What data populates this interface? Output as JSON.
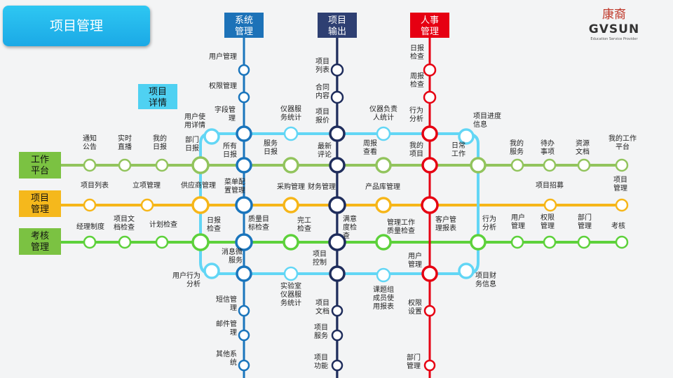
{
  "title": "项目管理",
  "brand": {
    "name_cn": "康裔",
    "name_en": "GVSUN",
    "tagline": "Education Service Provider"
  },
  "colors": {
    "blue": "#1a75bc",
    "navy": "#1f2d5c",
    "red": "#e60012",
    "cyan": "#62d6f5",
    "olive": "#92c45d",
    "gold": "#f6b619",
    "green": "#5dd13b",
    "gray": "#8592a8",
    "tag_blue": "#1d72b8",
    "tag_navy": "#2e3f72",
    "tag_red": "#e60012",
    "tag_green": "#7bc242",
    "tag_gold": "#f5b81c",
    "tag_cyan": "#4fd1f2"
  },
  "tags": {
    "system": "系统\n管理",
    "output": "项目\n输出",
    "hr": "人事\n管理",
    "work": "工作\n平台",
    "project": "项目\n管理",
    "assess": "考核\n管理",
    "detail": "项目\n详情"
  },
  "stations": [
    {
      "id": "s1",
      "label": "用户管理",
      "line": "blue"
    },
    {
      "id": "s2",
      "label": "权限管理",
      "line": "blue"
    },
    {
      "id": "s3",
      "label": "字段管\n理",
      "line": "blue"
    },
    {
      "id": "s4",
      "label": "所有\n日报",
      "line": "blue"
    },
    {
      "id": "s5",
      "label": "菜单配\n置管理",
      "line": "blue"
    },
    {
      "id": "s6",
      "label": "质量目\n标检查",
      "line": "blue"
    },
    {
      "id": "s7",
      "label": "消息微\n服务",
      "line": "blue"
    },
    {
      "id": "s8",
      "label": "短信管\n理",
      "line": "blue"
    },
    {
      "id": "s9",
      "label": "邮件管\n理",
      "line": "blue"
    },
    {
      "id": "s10",
      "label": "其他系\n统",
      "line": "blue"
    },
    {
      "id": "o1",
      "label": "项目\n列表",
      "line": "navy"
    },
    {
      "id": "o2",
      "label": "合同\n内容",
      "line": "navy"
    },
    {
      "id": "o3",
      "label": "项目\n报价",
      "line": "navy"
    },
    {
      "id": "o4",
      "label": "最新\n评论",
      "line": "navy"
    },
    {
      "id": "o5",
      "label": "财务管理",
      "line": "navy"
    },
    {
      "id": "o6",
      "label": "满意\n度检\n查",
      "line": "navy"
    },
    {
      "id": "o7",
      "label": "项目\n控制",
      "line": "navy"
    },
    {
      "id": "o8",
      "label": "项目\n文档",
      "line": "navy"
    },
    {
      "id": "o9",
      "label": "项目\n服务",
      "line": "navy"
    },
    {
      "id": "o10",
      "label": "项目\n功能",
      "line": "navy"
    },
    {
      "id": "h1",
      "label": "日报\n检查",
      "line": "red"
    },
    {
      "id": "h2",
      "label": "周报\n检查",
      "line": "red"
    },
    {
      "id": "h3",
      "label": "行为\n分析",
      "line": "red"
    },
    {
      "id": "h4",
      "label": "我的\n项目",
      "line": "red"
    },
    {
      "id": "h5",
      "label": "客户管\n理报表",
      "line": "red"
    },
    {
      "id": "h6",
      "label": "用户\n管理",
      "line": "red"
    },
    {
      "id": "h7",
      "label": "权限\n设置",
      "line": "red"
    },
    {
      "id": "h8",
      "label": "部门\n管理",
      "line": "red"
    },
    {
      "id": "c1",
      "label": "用户使\n用详情",
      "line": "cyan"
    },
    {
      "id": "c2",
      "label": "仪器服\n务统计",
      "line": "cyan"
    },
    {
      "id": "c3",
      "label": "仪器负责\n人统计",
      "line": "cyan"
    },
    {
      "id": "c4",
      "label": "项目进度\n信息",
      "line": "cyan"
    },
    {
      "id": "c5",
      "label": "用户行为\n分析",
      "line": "cyan"
    },
    {
      "id": "c6",
      "label": "实验室\n仪器服\n务统计",
      "line": "cyan"
    },
    {
      "id": "c7",
      "label": "课题组\n成员使\n用报表",
      "line": "cyan"
    },
    {
      "id": "c8",
      "label": "项目财\n务信息",
      "line": "cyan"
    },
    {
      "id": "w1",
      "label": "通知\n公告",
      "line": "olive"
    },
    {
      "id": "w2",
      "label": "实时\n直播",
      "line": "olive"
    },
    {
      "id": "w3",
      "label": "我的\n日报",
      "line": "olive"
    },
    {
      "id": "w4",
      "label": "部门\n日报",
      "line": "olive"
    },
    {
      "id": "w5",
      "label": "服务\n日报",
      "line": "olive"
    },
    {
      "id": "w6",
      "label": "周报\n查看",
      "line": "olive"
    },
    {
      "id": "w7",
      "label": "日常\n工作",
      "line": "olive"
    },
    {
      "id": "w8",
      "label": "我的\n服务",
      "line": "olive"
    },
    {
      "id": "w9",
      "label": "待办\n事项",
      "line": "olive"
    },
    {
      "id": "w10",
      "label": "资源\n文档",
      "line": "olive"
    },
    {
      "id": "w11",
      "label": "我的工作\n平台",
      "line": "olive"
    },
    {
      "id": "p1",
      "label": "项目列表",
      "line": "gold"
    },
    {
      "id": "p2",
      "label": "立项管理",
      "line": "gold"
    },
    {
      "id": "p3",
      "label": "供应商管理",
      "line": "gold"
    },
    {
      "id": "p4",
      "label": "采购管理",
      "line": "gold"
    },
    {
      "id": "p5",
      "label": "产品库管理",
      "line": "gold"
    },
    {
      "id": "p6",
      "label": "项目招募",
      "line": "gold"
    },
    {
      "id": "p7",
      "label": "项目\n管理",
      "line": "gold"
    },
    {
      "id": "a1",
      "label": "经理制度",
      "line": "green"
    },
    {
      "id": "a2",
      "label": "项目文\n档检查",
      "line": "green"
    },
    {
      "id": "a3",
      "label": "计划检查",
      "line": "green"
    },
    {
      "id": "a4",
      "label": "日报\n检查",
      "line": "green"
    },
    {
      "id": "a5",
      "label": "完工\n检查",
      "line": "green"
    },
    {
      "id": "a6",
      "label": "管理工作\n质量检查",
      "line": "green"
    },
    {
      "id": "a7",
      "label": "行为\n分析",
      "line": "green"
    },
    {
      "id": "a8",
      "label": "用户\n管理",
      "line": "green"
    },
    {
      "id": "a9",
      "label": "权限\n管理",
      "line": "green"
    },
    {
      "id": "a10",
      "label": "部门\n管理",
      "line": "green"
    },
    {
      "id": "a11",
      "label": "考核",
      "line": "green"
    }
  ]
}
